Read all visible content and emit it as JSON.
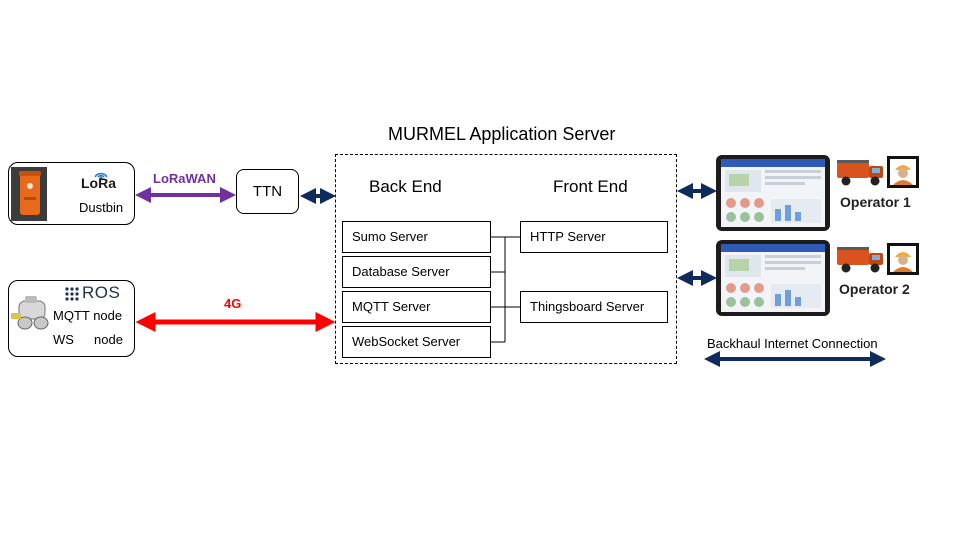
{
  "server": {
    "title": "MURMEL Application Server",
    "back_end": "Back End",
    "front_end": "Front End",
    "back_servers": [
      "Sumo Server",
      "Database Server",
      "MQTT Server",
      "WebSocket Server"
    ],
    "front_servers": [
      "HTTP Server",
      "Thingsboard Server"
    ]
  },
  "dustbin_node": {
    "logo": "LoRa",
    "label": "Dustbin"
  },
  "ros_node": {
    "logo": "ROS",
    "line1": "MQTT node",
    "line2_a": "WS",
    "line2_b": "node"
  },
  "links": {
    "lorawan": "LoRaWAN",
    "cellular": "4G",
    "ttn": "TTN",
    "backhaul": "Backhaul Internet Connection"
  },
  "operators": [
    "Operator 1",
    "Operator 2"
  ],
  "colors": {
    "lorawan": "#7030a0",
    "cellular": "#ff0000",
    "navy": "#0f2a5c",
    "dustbin_orange": "#e86a1a",
    "truck_orange": "#d9531e"
  }
}
